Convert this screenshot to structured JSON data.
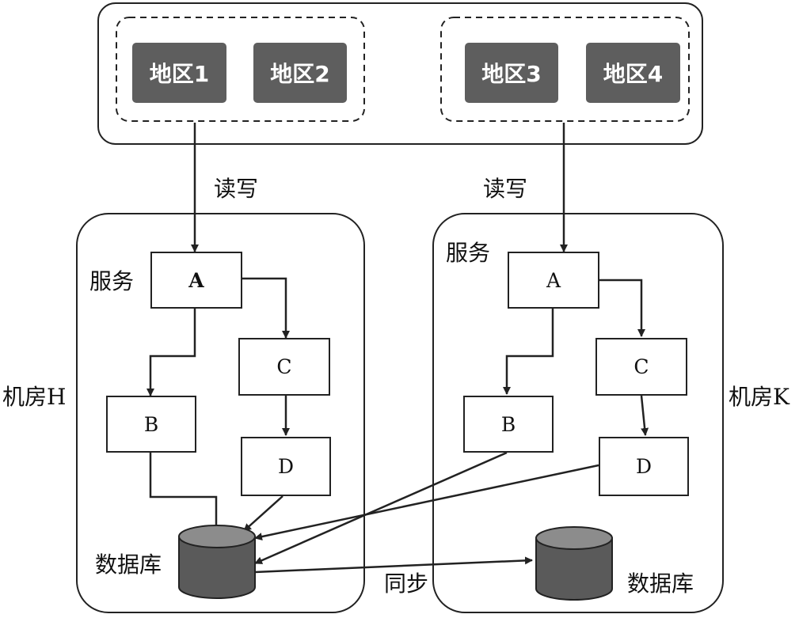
{
  "regions": [
    "地区1",
    "地区2",
    "地区3",
    "地区4"
  ],
  "rw_label": "读写",
  "service_label": "服务",
  "room_h": {
    "label": "机房H",
    "services": {
      "A": "A",
      "B": "B",
      "C": "C",
      "D": "D"
    },
    "db_label": "数据库"
  },
  "room_k": {
    "label": "机房K",
    "services": {
      "A": "A",
      "B": "B",
      "C": "C",
      "D": "D"
    },
    "db_label": "数据库"
  },
  "sync_label": "同步"
}
